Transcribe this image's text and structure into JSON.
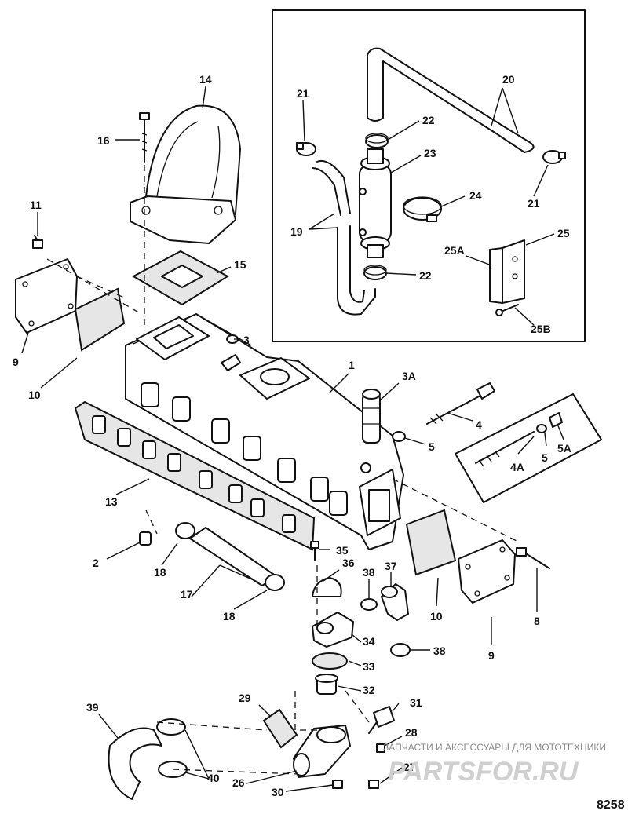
{
  "figure_number": "8258",
  "watermark": {
    "caption": "ЗАПЧАСТИ И АКСЕССУАРЫ ДЛЯ МОТОТЕХНИКИ",
    "logo_text": "PARTSFOR.RU"
  },
  "labels": {
    "l1": "1",
    "l2": "2",
    "l3": "3",
    "l3a": "3A",
    "l4": "4",
    "l4a": "4A",
    "l5a": "5",
    "l5b": "5",
    "l5ab": "5A",
    "l8": "8",
    "l9a": "9",
    "l9b": "9",
    "l10a": "10",
    "l10b": "10",
    "l11": "11",
    "l13": "13",
    "l14": "14",
    "l15": "15",
    "l16": "16",
    "l17": "17",
    "l18a": "18",
    "l18b": "18",
    "l19": "19",
    "l20": "20",
    "l21a": "21",
    "l21b": "21",
    "l22a": "22",
    "l22b": "22",
    "l23": "23",
    "l24": "24",
    "l25": "25",
    "l25a": "25A",
    "l25b": "25B",
    "l26": "26",
    "l27": "27",
    "l28": "28",
    "l29": "29",
    "l30": "30",
    "l31": "31",
    "l32": "32",
    "l33": "33",
    "l34": "34",
    "l35": "35",
    "l36": "36",
    "l37": "37",
    "l38a": "38",
    "l38b": "38",
    "l39": "39",
    "l40": "40"
  }
}
